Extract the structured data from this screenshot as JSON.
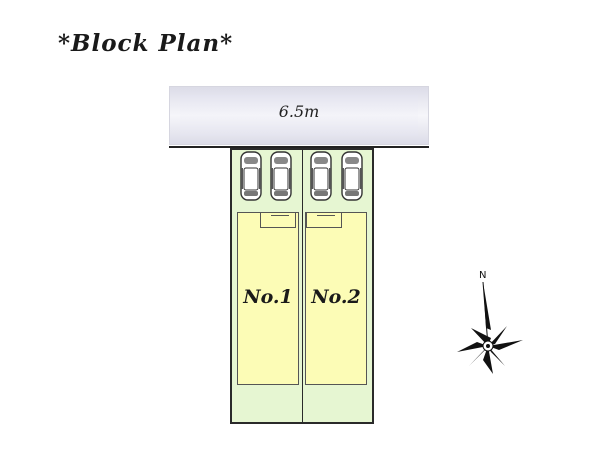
{
  "title": "*Block Plan*",
  "road": {
    "width_label": "6.5m"
  },
  "lots": [
    {
      "label": "No.1"
    },
    {
      "label": "No.2"
    }
  ],
  "compass": {
    "north_label": "N"
  },
  "colors": {
    "lot_fill": "#e6f6d2",
    "house_fill": "#fcfcb6",
    "road_fill": "#ececf3",
    "outline": "#2a2a2a"
  },
  "icons": [
    "car-icon",
    "compass-rose-icon"
  ]
}
